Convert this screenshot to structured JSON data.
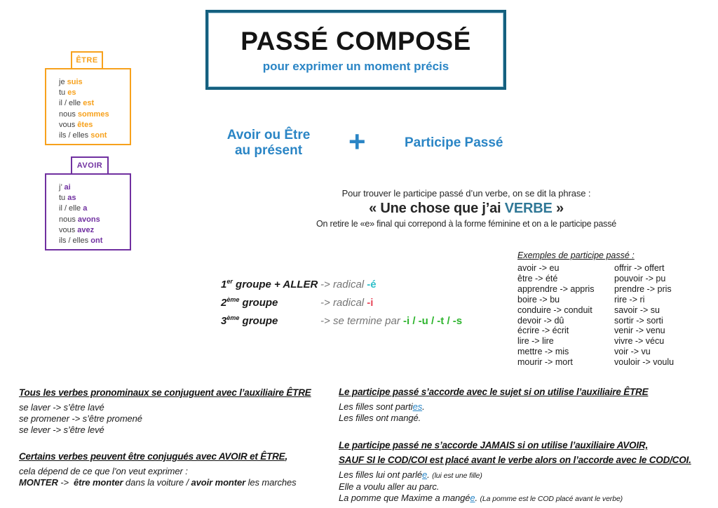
{
  "title_box": {
    "title": "PASSÉ COMPOSÉ",
    "subtitle": "pour exprimer un moment précis"
  },
  "etre_card": {
    "label": "ÊTRE",
    "rows": [
      {
        "pronoun": "je ",
        "verb": "suis"
      },
      {
        "pronoun": "tu ",
        "verb": "es"
      },
      {
        "pronoun": "il / elle ",
        "verb": "est"
      },
      {
        "pronoun": "nous ",
        "verb": "sommes"
      },
      {
        "pronoun": "vous ",
        "verb": "êtes"
      },
      {
        "pronoun": "ils / elles ",
        "verb": "sont"
      }
    ]
  },
  "avoir_card": {
    "label": "AVOIR",
    "rows": [
      {
        "pronoun": "j’ ",
        "verb": "ai"
      },
      {
        "pronoun": "tu ",
        "verb": "as"
      },
      {
        "pronoun": "il / elle ",
        "verb": "a"
      },
      {
        "pronoun": "nous ",
        "verb": "avons"
      },
      {
        "pronoun": "vous ",
        "verb": "avez"
      },
      {
        "pronoun": "ils / elles ",
        "verb": "ont"
      }
    ]
  },
  "formula": {
    "left_line1": "Avoir ou Être",
    "left_line2": "au présent",
    "plus": "+",
    "right": "Participe Passé"
  },
  "phrase": {
    "intro": "Pour trouver le participe passé d’un verbe, on se dit la phrase :",
    "quote_open": "« ",
    "quote_main": "Une chose que j’ai ",
    "quote_verb": "VERBE",
    "quote_close": " »",
    "note": "On retire le «e» final qui correpond à la forme féminine et on a le participe passé"
  },
  "groups": {
    "rows": [
      {
        "num": "1",
        "sup": "er",
        "rest": " groupe + ALLER",
        "arrow": "-> ",
        "desc": "radical ",
        "ending": "-é"
      },
      {
        "num": "2",
        "sup": "ème",
        "rest": " groupe",
        "arrow": "-> ",
        "desc": "radical ",
        "ending": "-i"
      },
      {
        "num": "3",
        "sup": "ème",
        "rest": " groupe",
        "arrow": "-> ",
        "desc": "se termine par ",
        "ending": "-i / -u / -t / -s"
      }
    ]
  },
  "examples": {
    "heading": "Exemples de participe passé :",
    "col1": [
      "avoir -> eu",
      "être -> été",
      "apprendre -> appris",
      "boire -> bu",
      "conduire -> conduit",
      "devoir -> dû",
      "écrire -> écrit",
      "lire -> lire",
      "mettre -> mis",
      "mourir -> mort"
    ],
    "col2": [
      "offrir -> offert",
      "pouvoir -> pu",
      "prendre -> pris",
      "rire -> ri",
      "savoir -> su",
      "sortir -> sorti",
      "venir -> venu",
      "vivre -> vécu",
      "voir -> vu",
      "vouloir -> voulu"
    ]
  },
  "bottom_left": {
    "section1": {
      "heading": "Tous les verbes pronominaux se conjuguent avec l’auxiliaire ÊTRE",
      "line1": "se laver -> s’être lavé",
      "line2": "se promener -> s’être promené",
      "line3": "se lever -> s’être levé"
    },
    "section2": {
      "heading": "Certains verbes peuvent être conjugués avec AVOIR et ÊTRE",
      "heading_suffix": ",",
      "line1": "cela dépend de ce que l’on veut exprimer :",
      "monter_word": "MONTER",
      "monter_arrow": " ->  ",
      "monter_bold1": "être monter",
      "monter_mid": " dans la voiture / ",
      "monter_bold2": "avoir monter",
      "monter_end": " les marches"
    }
  },
  "bottom_right": {
    "section1": {
      "heading": "Le participe passé s’accorde avec le sujet si on utilise l’auxiliaire ÊTRE",
      "ex1_pre": "Les filles sont parti",
      "ex1_hl": "es",
      "ex1_post": ".",
      "ex2": "Les filles ont mangé."
    },
    "section2": {
      "heading_line1": "Le participe passé ne s’accorde JAMAIS si on utilise l’auxiliaire AVOIR,",
      "heading_line2": "SAUF SI le COD/COI est placé avant le verbe alors on l’accorde avec le COD/COI.",
      "ex1_pre": "Les filles lui ont parlé",
      "ex1_hl": "e",
      "ex1_post": ". ",
      "ex1_note": "(lui est une fille)",
      "ex2": "Elle a voulu aller au parc.",
      "ex3_pre": "La pomme que Maxime a mangé",
      "ex3_hl": "e",
      "ex3_post": ". ",
      "ex3_note": "(La pomme est le COD placé avant le verbe)"
    }
  },
  "colors": {
    "teal_border": "#15607f",
    "blue": "#2a85c5",
    "verbe_teal": "#2f7796",
    "orange": "#f7a11c",
    "purple": "#7030a0",
    "ending_turquoise": "#2fc0ca",
    "ending_red": "#e8495c",
    "ending_green": "#2fb52f"
  }
}
